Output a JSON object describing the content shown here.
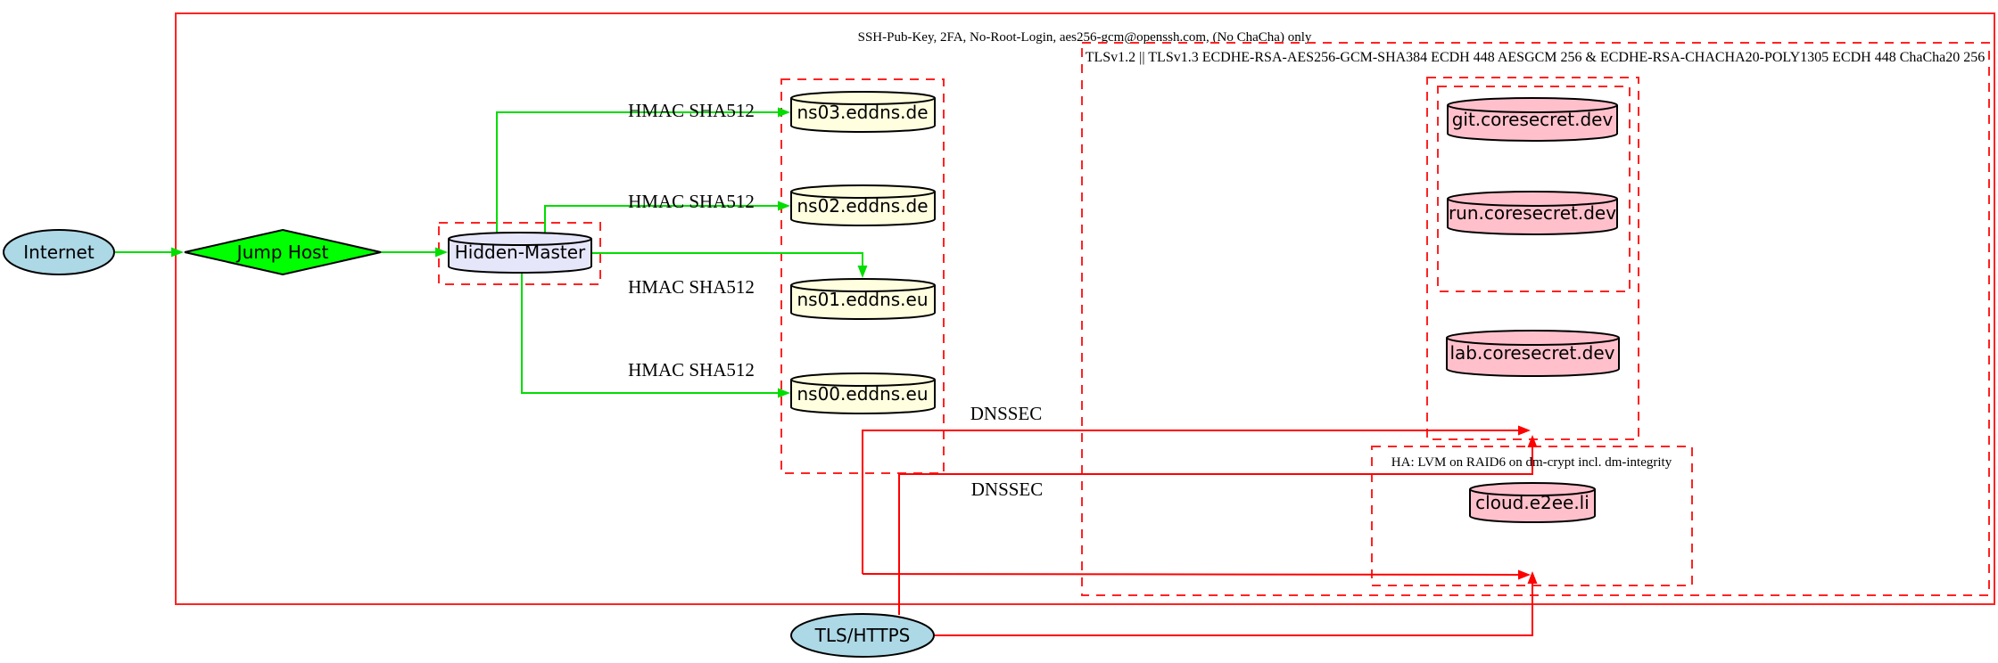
{
  "diagram_title": "DNS / web infrastructure security diagram",
  "clusters": {
    "ssh": {
      "label": "SSH-Pub-Key, 2FA, No-Root-Login, aes256-gcm@openssh.com, (No ChaCha) only"
    },
    "tls": {
      "label": "TLSv1.2 || TLSv1.3 ECDHE-RSA-AES256-GCM-SHA384 ECDH 448 AESGCM 256 & ECDHE-RSA-CHACHA20-POLY1305 ECDH 448 ChaCha20 256"
    },
    "ha": {
      "label": "HA: LVM on RAID6 on dm-crypt incl. dm-integrity"
    }
  },
  "nodes": {
    "internet": {
      "label": "Internet",
      "shape": "ellipse",
      "fill": "#add8e6"
    },
    "jump_host": {
      "label": "Jump Host",
      "shape": "diamond",
      "fill": "#00ff00"
    },
    "hidden_master": {
      "label": "Hidden-Master",
      "shape": "cylinder",
      "fill": "#e6e6fa"
    },
    "ns03": {
      "label": "ns03.eddns.de",
      "shape": "cylinder",
      "fill": "#ffffe0"
    },
    "ns02": {
      "label": "ns02.eddns.de",
      "shape": "cylinder",
      "fill": "#ffffe0"
    },
    "ns01": {
      "label": "ns01.eddns.eu",
      "shape": "cylinder",
      "fill": "#ffffe0"
    },
    "ns00": {
      "label": "ns00.eddns.eu",
      "shape": "cylinder",
      "fill": "#ffffe0"
    },
    "git": {
      "label": "git.coresecret.dev",
      "shape": "cylinder",
      "fill": "#ffc0cb"
    },
    "run": {
      "label": "run.coresecret.dev",
      "shape": "cylinder",
      "fill": "#ffc0cb"
    },
    "lab": {
      "label": "lab.coresecret.dev",
      "shape": "cylinder",
      "fill": "#ffc0cb"
    },
    "cloud": {
      "label": "cloud.e2ee.li",
      "shape": "cylinder",
      "fill": "#ffc0cb"
    },
    "tls_https": {
      "label": "TLS/HTTPS",
      "shape": "ellipse",
      "fill": "#add8e6"
    }
  },
  "edge_labels": {
    "hmac_ns03": "HMAC SHA512",
    "hmac_ns02": "HMAC SHA512",
    "hmac_ns01": "HMAC SHA512",
    "hmac_ns00": "HMAC SHA512",
    "dnssec_1": "DNSSEC",
    "dnssec_2": "DNSSEC"
  },
  "colors": {
    "edge_green": "#00dd00",
    "edge_red": "#ff0000",
    "cluster_red": "#ff2222",
    "node_border": "#000000"
  }
}
